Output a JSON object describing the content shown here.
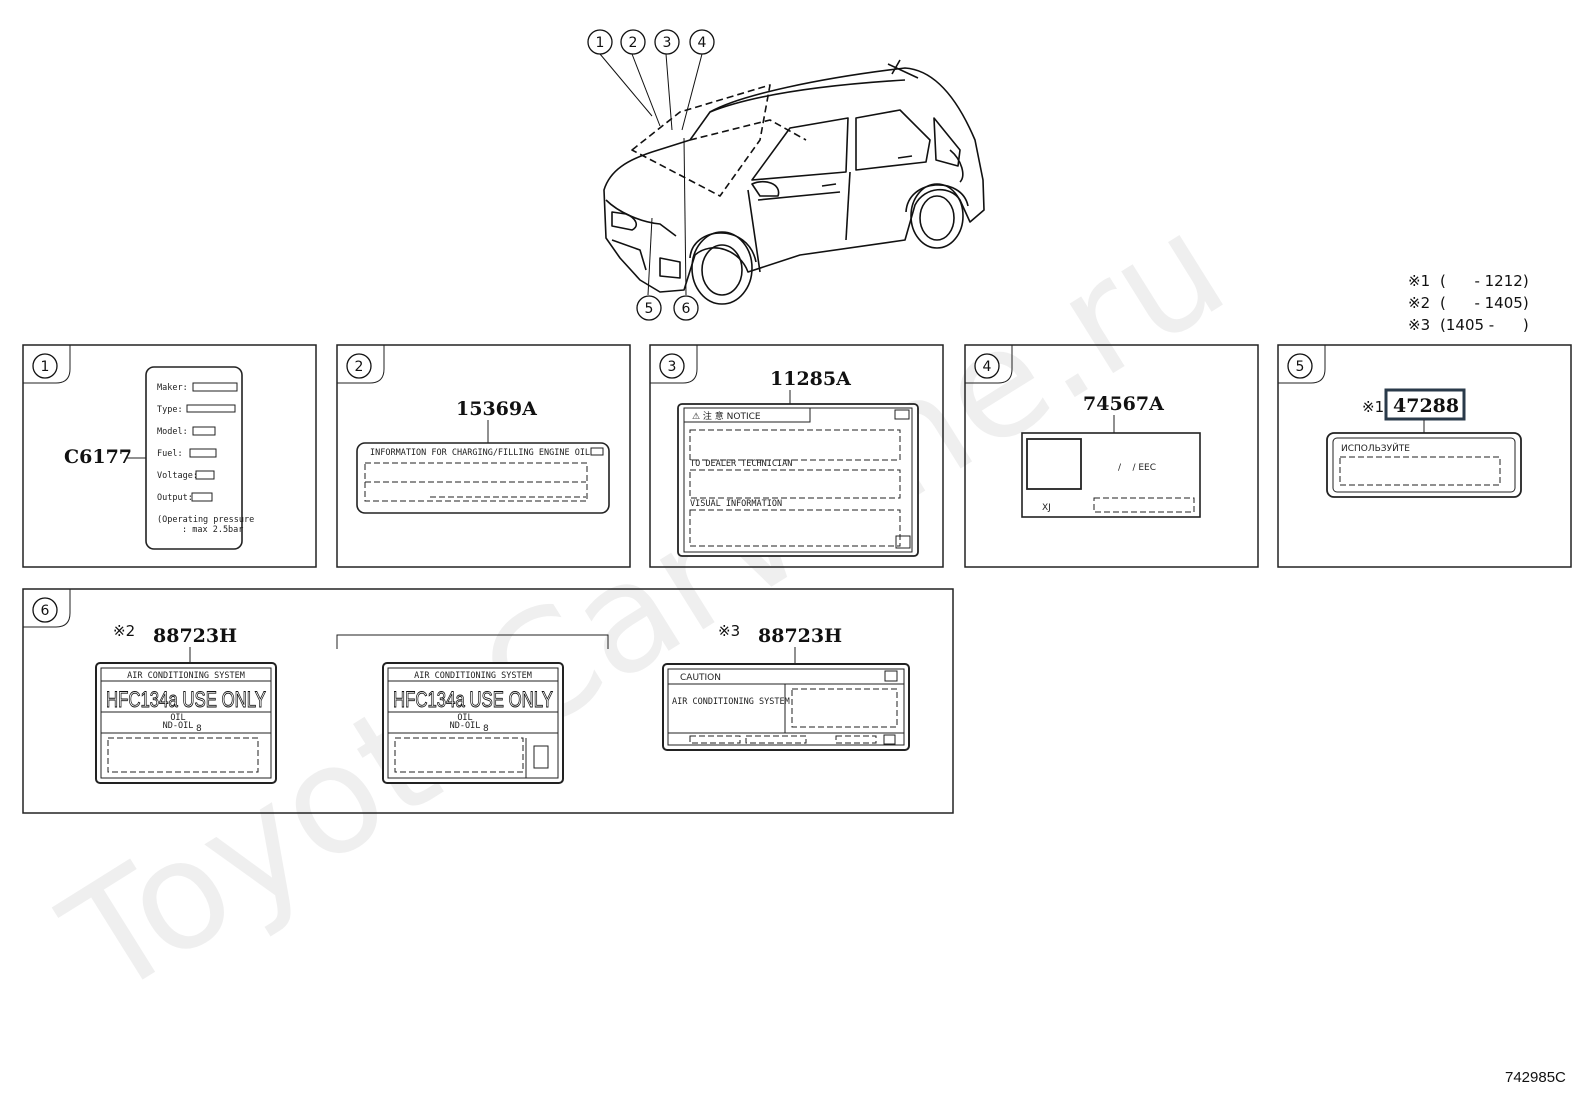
{
  "watermark": "ToyotaCarWine.ru",
  "diagram_code": "742985C",
  "footnotes": [
    {
      "mark": "※1",
      "text": "(      - 1212)"
    },
    {
      "mark": "※2",
      "text": "(      - 1405)"
    },
    {
      "mark": "※3",
      "text": "(1405 -      )"
    }
  ],
  "callouts": [
    "1",
    "2",
    "3",
    "4",
    "5",
    "6"
  ],
  "panel1": {
    "num": "1",
    "part_no": "C6177",
    "fields": [
      "Maker:",
      "Type:",
      "Model:",
      "Fuel:",
      "Voltage:",
      "Output:"
    ],
    "note_line1": "(Operating pressure",
    "note_line2": ": max 2.5bar"
  },
  "panel2": {
    "num": "2",
    "part_no": "15369A",
    "header": "INFORMATION  FOR CHARGING/FILLING ENGINE OIL"
  },
  "panel3": {
    "num": "3",
    "part_no": "11285A",
    "title": "⚠ 注 意   NOTICE",
    "line1": "TO DEALER TECHNICIAN",
    "line2": "VISUAL  INFORMATION"
  },
  "panel4": {
    "num": "4",
    "part_no": "74567A",
    "code": "/    / EEC",
    "xj": "XJ"
  },
  "panel5": {
    "num": "5",
    "mark": "※1",
    "part_no": "47288",
    "label_text": "ИСПОЛЬЗУЙТЕ"
  },
  "panel6": {
    "num": "6",
    "labels": [
      {
        "mark": "※2",
        "part_no": "88723H",
        "header": "AIR CONDITIONING SYSTEM",
        "big": "HFC134a USE ONLY",
        "oil": "OIL",
        "oil2": "ND-OIL",
        "oil_no": "8"
      },
      {
        "mark": "",
        "part_no": "",
        "header": "AIR CONDITIONING SYSTEM",
        "big": "HFC134a USE ONLY",
        "oil": "OIL",
        "oil2": "ND-OIL",
        "oil_no": "8"
      },
      {
        "mark": "※3",
        "part_no": "88723H",
        "header": "CAUTION",
        "sys": "AIR CONDITIONING SYSTEM"
      }
    ]
  }
}
